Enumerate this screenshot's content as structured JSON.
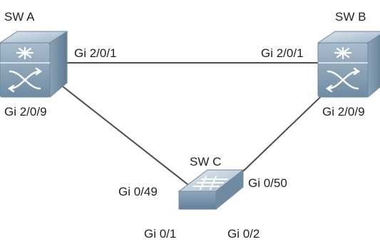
{
  "devices": {
    "sw_a": {
      "name": "SW A"
    },
    "sw_b": {
      "name": "SW B"
    },
    "sw_c": {
      "name": "SW C"
    }
  },
  "ports": {
    "sw_a_top": "Gi 2/0/1",
    "sw_a_bottom": "Gi 2/0/9",
    "sw_b_top": "Gi 2/0/1",
    "sw_b_bottom": "Gi 2/0/9",
    "sw_c_left": "Gi 0/49",
    "sw_c_right": "Gi 0/50",
    "sw_c_port1": "Gi 0/1",
    "sw_c_port2": "Gi 0/2"
  },
  "links": [
    {
      "from": "SW A",
      "from_port": "Gi 2/0/1",
      "to": "SW B",
      "to_port": "Gi 2/0/1"
    },
    {
      "from": "SW A",
      "from_port": "Gi 2/0/9",
      "to": "SW C",
      "to_port": "Gi 0/49"
    },
    {
      "from": "SW B",
      "from_port": "Gi 2/0/9",
      "to": "SW C",
      "to_port": "Gi 0/50"
    }
  ],
  "colors": {
    "link": "#4d4d4d",
    "switch_body": "#9fb6c8",
    "switch_top": "#bfd0de",
    "switch_edge": "#5e7b93",
    "icon_white": "#ffffff"
  }
}
